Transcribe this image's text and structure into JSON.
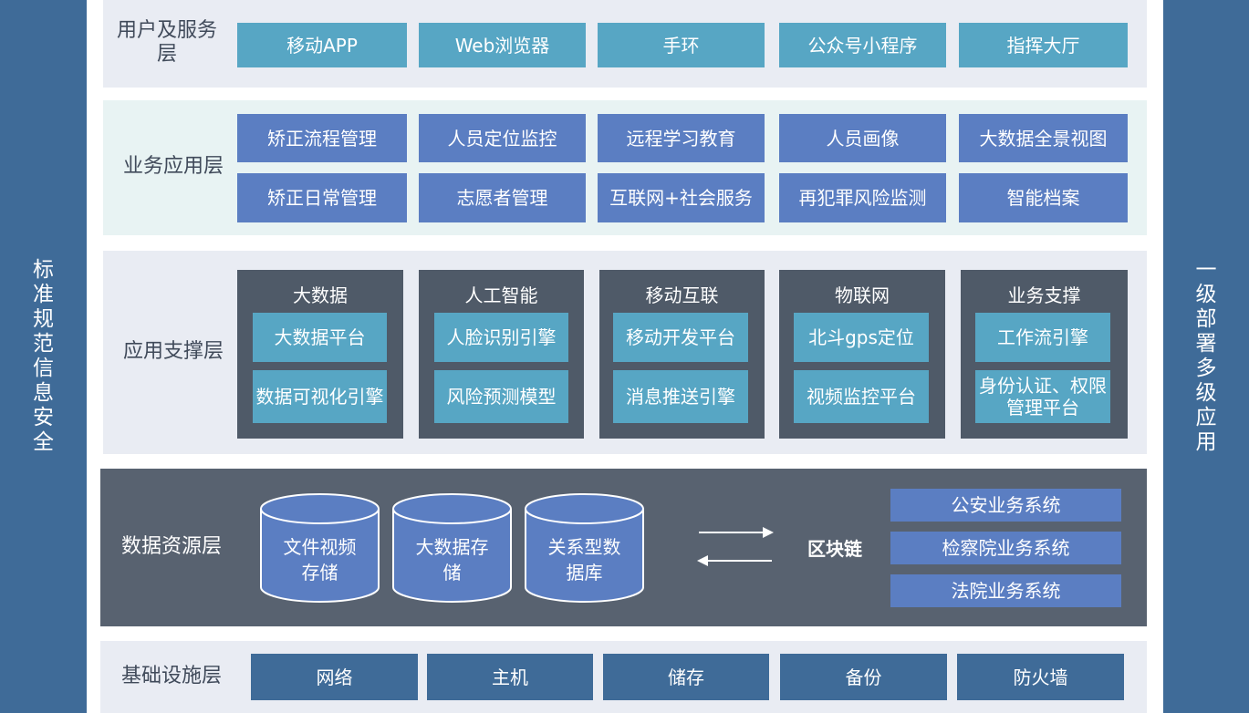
{
  "side_left": "标准规范  信息安全",
  "side_right": "一级部署  多级应用",
  "layers": {
    "user": {
      "title": "用户及服务层",
      "items": [
        "移动APP",
        "Web浏览器",
        "手环",
        "公众号小程序",
        "指挥大厅"
      ]
    },
    "business": {
      "title": "业务应用层",
      "row1": [
        "矫正流程管理",
        "人员定位监控",
        "远程学习教育",
        "人员画像",
        "大数据全景视图"
      ],
      "row2": [
        "矫正日常管理",
        "志愿者管理",
        "互联网+社会服务",
        "再犯罪风险监测",
        "智能档案"
      ]
    },
    "support": {
      "title": "应用支撑层",
      "groups": [
        {
          "title": "大数据",
          "items": [
            "大数据平台",
            "数据可视化引擎"
          ]
        },
        {
          "title": "人工智能",
          "items": [
            "人脸识别引擎",
            "风险预测模型"
          ]
        },
        {
          "title": "移动互联",
          "items": [
            "移动开发平台",
            "消息推送引擎"
          ]
        },
        {
          "title": "物联网",
          "items": [
            "北斗gps定位",
            "视频监控平台"
          ]
        },
        {
          "title": "业务支撑",
          "items": [
            "工作流引擎",
            "身份认证、权限管理平台"
          ]
        }
      ]
    },
    "data": {
      "title": "数据资源层",
      "cylinders": [
        "文件视频存储",
        "大数据存储",
        "关系型数据库"
      ],
      "chain": "区块链",
      "systems": [
        "公安业务系统",
        "检察院业务系统",
        "法院业务系统"
      ],
      "colors": {
        "cylinder": "#5b7ec2",
        "cylinder_stroke": "#ffffff"
      }
    },
    "infra": {
      "title": "基础设施层",
      "items": [
        "网络",
        "主机",
        "储存",
        "备份",
        "防火墙"
      ]
    }
  }
}
